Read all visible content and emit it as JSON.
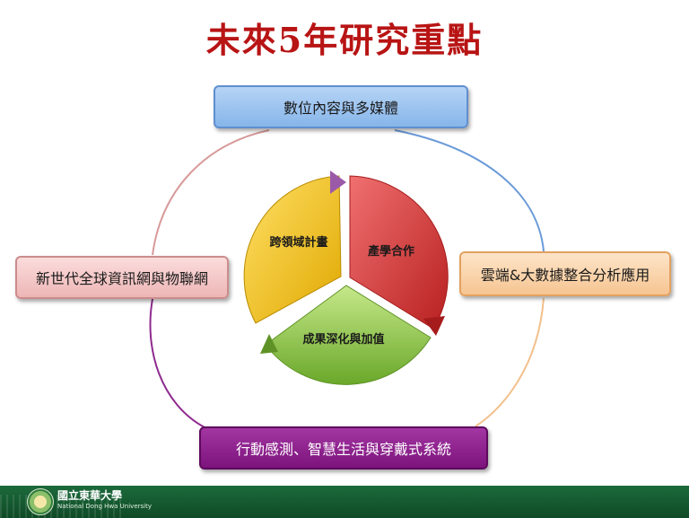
{
  "title": "未來5年研究重點",
  "boxes": {
    "top": "數位內容與多媒體",
    "right": "雲端&大數據整合分析應用",
    "bottom": "行動感測、智慧生活與穿戴式系統",
    "left": "新世代全球資訊網與物聯網"
  },
  "cycle": {
    "yellow": "跨領域計畫",
    "red": "產學合作",
    "green": "成果深化與加值"
  },
  "footer": {
    "name": "國立東華大學",
    "sub": "National Dong Hwa University"
  },
  "colors": {
    "title": "#b81414",
    "top_box": "#86b5ea",
    "right_box": "#f6c592",
    "bottom_box": "#7d137d",
    "left_box": "#eeb6b6",
    "segment_red": "#d63c3c",
    "segment_yellow": "#f5c61a",
    "segment_green": "#8ec641",
    "footer": "#1c6a3c"
  }
}
